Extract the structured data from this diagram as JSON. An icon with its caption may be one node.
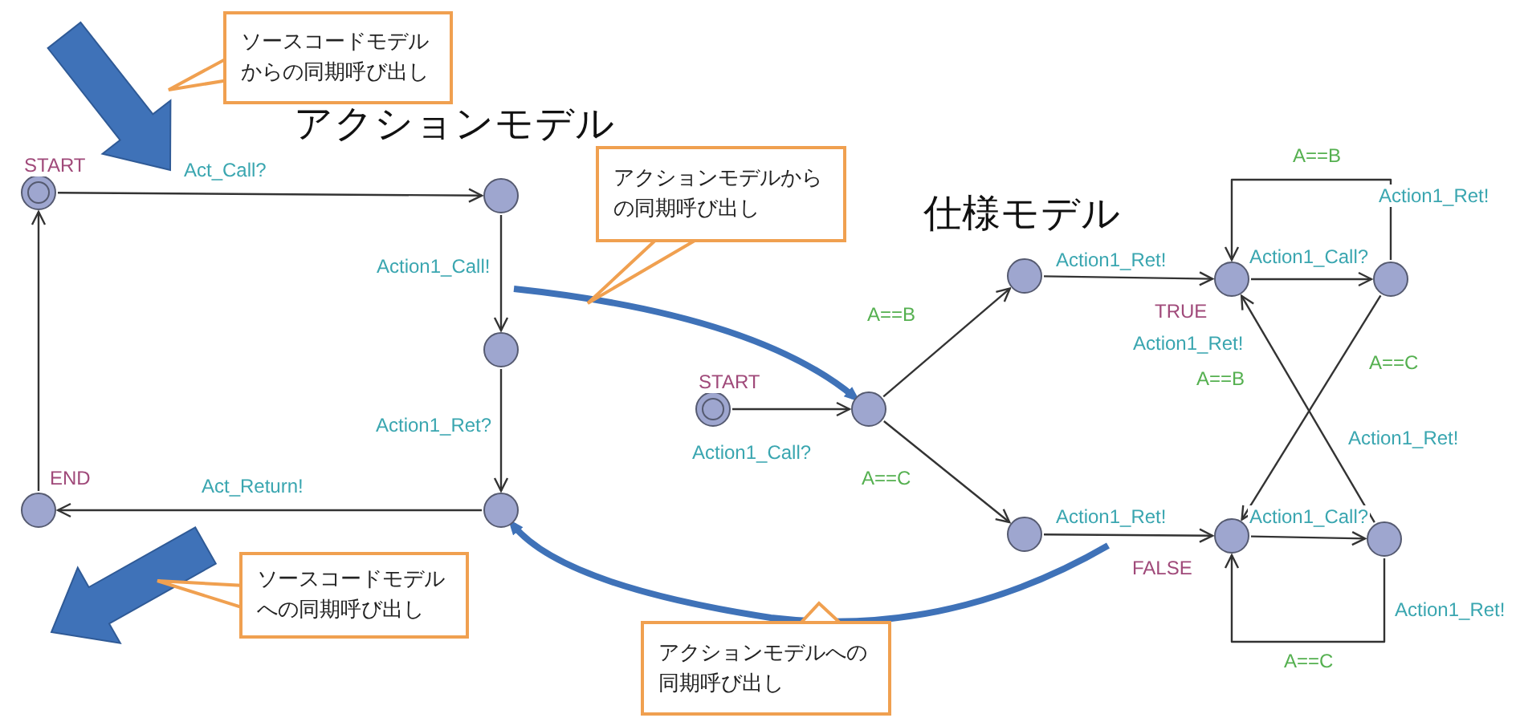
{
  "diagram": {
    "nodes": [
      {
        "text": [],
        "shape": "circle",
        "beside": [
          "START"
        ]
      },
      {
        "text": [],
        "shape": "circle"
      },
      {
        "text": [],
        "shape": "circle"
      },
      {
        "text": [],
        "shape": "circle"
      },
      {
        "text": [],
        "shape": "circle",
        "beside": [
          "END"
        ]
      },
      {
        "text": [],
        "shape": "circle",
        "beside": [
          "START"
        ]
      },
      {
        "text": [],
        "shape": "circle"
      },
      {
        "text": [],
        "shape": "circle"
      },
      {
        "text": [],
        "shape": "circle"
      },
      {
        "text": [],
        "shape": "circle",
        "beside": [
          "TRUE"
        ]
      },
      {
        "text": [],
        "shape": "circle"
      },
      {
        "text": [],
        "shape": "circle",
        "beside": [
          "FALSE"
        ]
      },
      {
        "text": [],
        "shape": "circle"
      },
      {
        "text": [
          "ソースコードモデルからの同期呼び出し"
        ]
      },
      {
        "text": [
          "アクションモデルからの同期呼び出し"
        ]
      },
      {
        "text": [
          "ソースコードモデルへの同期呼び出し"
        ]
      },
      {
        "text": [
          "アクションモデルへの同期呼び出し"
        ]
      }
    ],
    "edges": [
      {
        "from": 0,
        "to": 1,
        "arrow": "to",
        "label": "Act_Call?"
      },
      {
        "from": 1,
        "to": 2,
        "arrow": "to",
        "label": "Action1_Call!"
      },
      {
        "from": 2,
        "to": 3,
        "arrow": "to",
        "label": "Action1_Ret?"
      },
      {
        "from": 3,
        "to": 4,
        "arrow": "to",
        "label": "Act_Return!"
      },
      {
        "from": 4,
        "to": 0,
        "arrow": "to"
      },
      {
        "from": 5,
        "to": 6,
        "arrow": "to",
        "label": "Action1_Call?"
      },
      {
        "from": 6,
        "to": 7,
        "arrow": "to",
        "label": "A==B"
      },
      {
        "from": 6,
        "to": 8,
        "arrow": "to",
        "label": "A==C"
      },
      {
        "from": 7,
        "to": 9,
        "arrow": "to",
        "label": "Action1_Ret!"
      },
      {
        "from": 8,
        "to": 11,
        "arrow": "to",
        "label": "Action1_Ret!"
      },
      {
        "from": 9,
        "to": 10,
        "arrow": "to",
        "label": "Action1_Call?"
      },
      {
        "from": 10,
        "to": 9,
        "arrow": "to",
        "label": "Action1_Ret!"
      },
      {
        "from": 10,
        "to": 11,
        "arrow": "to",
        "label": "Action1_Ret!"
      },
      {
        "from": 12,
        "to": 9,
        "arrow": "to",
        "label": "Action1_Ret!"
      },
      {
        "from": 11,
        "to": 12,
        "arrow": "to",
        "label": "Action1_Call?"
      },
      {
        "from": 12,
        "to": 11,
        "arrow": "to",
        "label": "Action1_Ret!"
      },
      {
        "from": null,
        "to": 6,
        "arrow": "to",
        "style": "thick",
        "color": "#3f72b8"
      },
      {
        "from": null,
        "to": 3,
        "arrow": "to",
        "style": "thick",
        "color": "#3f72b8"
      }
    ],
    "labels": [
      "アクションモデル",
      "仕様モデル",
      "A==B",
      "A==C",
      "A==B",
      "A==C"
    ]
  }
}
